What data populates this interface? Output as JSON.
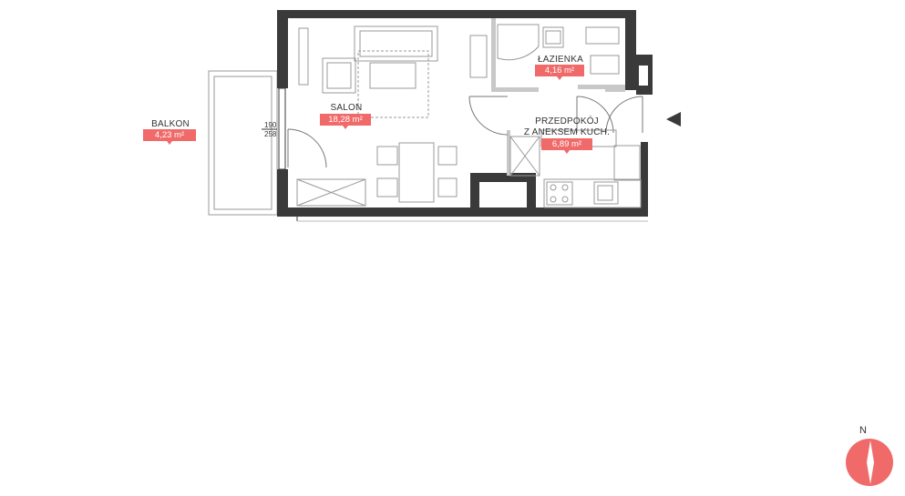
{
  "rooms": {
    "balkon": {
      "name": "BALKON",
      "area": "4,23 m²"
    },
    "salon": {
      "name": "SALON",
      "area": "18,28 m²"
    },
    "lazienka": {
      "name": "ŁAZIENKA",
      "area": "4,16 m²"
    },
    "przedpokoj": {
      "name_line1": "PRZEDPOKÓJ",
      "name_line2": "Z ANEKSEM KUCH.",
      "area": "6,89 m²"
    }
  },
  "window_dims": {
    "top": "190",
    "bottom": "258"
  },
  "compass": {
    "label": "N"
  },
  "colors": {
    "wall": "#3a3a3a",
    "accent": "#f06a6a",
    "furniture": "#9a9a9a",
    "partition": "#c8c8c8"
  }
}
